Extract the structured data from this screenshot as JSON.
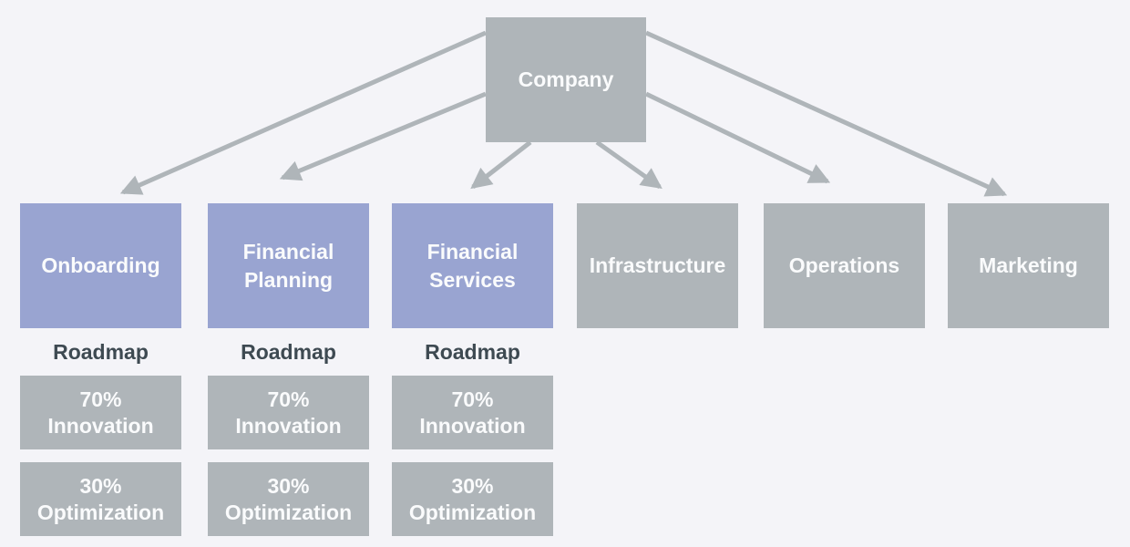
{
  "diagram": {
    "root": {
      "label": "Company"
    },
    "departments": [
      {
        "id": "onboarding",
        "label": "Onboarding",
        "highlighted": true
      },
      {
        "id": "financial-planning",
        "label": "Financial Planning",
        "highlighted": true
      },
      {
        "id": "financial-services",
        "label": "Financial Services",
        "highlighted": true
      },
      {
        "id": "infrastructure",
        "label": "Infrastructure",
        "highlighted": false
      },
      {
        "id": "operations",
        "label": "Operations",
        "highlighted": false
      },
      {
        "id": "marketing",
        "label": "Marketing",
        "highlighted": false
      }
    ],
    "connections": [
      {
        "from": "Company",
        "to": "Onboarding"
      },
      {
        "from": "Company",
        "to": "Financial Planning"
      },
      {
        "from": "Company",
        "to": "Financial Services"
      },
      {
        "from": "Company",
        "to": "Infrastructure"
      },
      {
        "from": "Company",
        "to": "Operations"
      },
      {
        "from": "Company",
        "to": "Marketing"
      }
    ],
    "roadmaps": [
      {
        "department": "Onboarding",
        "heading": "Roadmap",
        "items": [
          {
            "percent": "70%",
            "label": "Innovation"
          },
          {
            "percent": "30%",
            "label": "Optimization"
          }
        ]
      },
      {
        "department": "Financial Planning",
        "heading": "Roadmap",
        "items": [
          {
            "percent": "70%",
            "label": "Innovation"
          },
          {
            "percent": "30%",
            "label": "Optimization"
          }
        ]
      },
      {
        "department": "Financial Services",
        "heading": "Roadmap",
        "items": [
          {
            "percent": "70%",
            "label": "Innovation"
          },
          {
            "percent": "30%",
            "label": "Optimization"
          }
        ]
      }
    ]
  },
  "colors": {
    "background": "#f4f4f8",
    "node_gray": "#afb5b9",
    "node_highlight": "#99a4d1",
    "connector": "#afb5b9",
    "node_text": "#fafbfc",
    "heading_text": "#3e4a52"
  }
}
